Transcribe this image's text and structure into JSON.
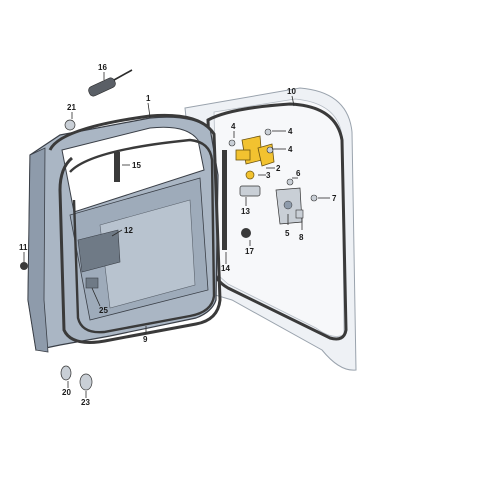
{
  "diagram": {
    "callouts": [
      "1",
      "2",
      "3",
      "4",
      "4",
      "4",
      "5",
      "6",
      "7",
      "8",
      "9",
      "10",
      "11",
      "12",
      "13",
      "14",
      "15",
      "16",
      "17",
      "20",
      "21",
      "23",
      "25"
    ]
  },
  "colors": {
    "door_body": "#aab6c4",
    "door_shade": "#8e9bab",
    "door_outline": "#3a3f47",
    "seal": "#3a3a3a",
    "body_panel": "#eef1f5",
    "highlight_part": "#f2c230",
    "small_part": "#c9cfd6"
  }
}
